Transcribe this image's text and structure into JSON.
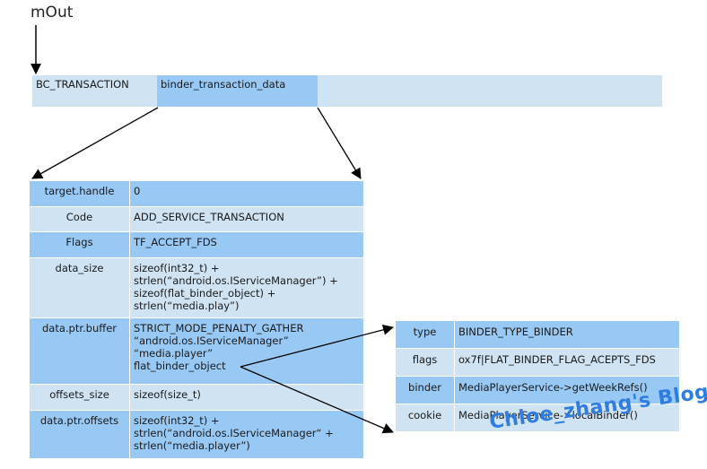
{
  "title": "mOut",
  "top_bar": {
    "cmd": "BC_TRANSACTION",
    "data": "binder_transaction_data"
  },
  "main_table": [
    {
      "key": "target.handle",
      "value": "0",
      "shade": "dark"
    },
    {
      "key": "Code",
      "value": "ADD_SERVICE_TRANSACTION",
      "shade": "light"
    },
    {
      "key": "Flags",
      "value": "TF_ACCEPT_FDS",
      "shade": "dark"
    },
    {
      "key": "data_size",
      "value": "sizeof(int32_t) +\nstrlen(“android.os.IServiceManager”) +\nsizeof(flat_binder_object) +\nstrlen(“media.play”)",
      "shade": "light"
    },
    {
      "key": "data.ptr.buffer",
      "value": "STRICT_MODE_PENALTY_GATHER\n“android.os.IServiceManager”\n“media.player”\nflat_binder_object",
      "shade": "dark"
    },
    {
      "key": "offsets_size",
      "value": "sizeof(size_t)",
      "shade": "light"
    },
    {
      "key": "data.ptr.offsets",
      "value": "sizeof(int32_t) +\nstrlen(“android.os.IServiceManager“ +\nstrlen(“media.player”)",
      "shade": "dark"
    }
  ],
  "side_table": [
    {
      "key": "type",
      "value": "BINDER_TYPE_BINDER",
      "shade": "dark"
    },
    {
      "key": "flags",
      "value": "ox7f|FLAT_BINDER_FLAG_ACEPTS_FDS",
      "shade": "light"
    },
    {
      "key": "binder",
      "value": "MediaPlayerService->getWeekRefs()",
      "shade": "dark"
    },
    {
      "key": "cookie",
      "value": "MediaPlayerService->localBinder()",
      "shade": "light"
    }
  ],
  "watermark": "Chloe_zhang's Blog",
  "colors": {
    "light": "#cfe3f3",
    "dark": "#98c9f5",
    "watermark": "#2f7de0"
  }
}
